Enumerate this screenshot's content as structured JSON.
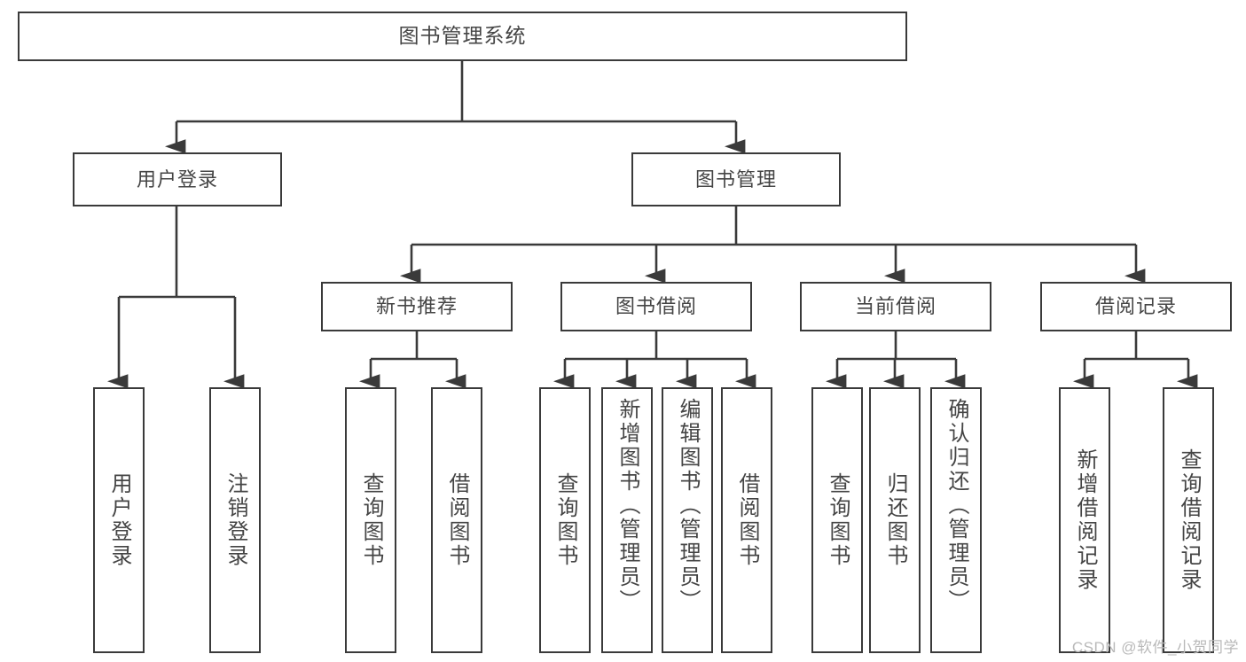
{
  "diagram": {
    "type": "tree",
    "title": "图书管理系统",
    "style": {
      "box_border_color": "#3a3a3a",
      "box_fill_color": "#ffffff",
      "text_color": "#454545",
      "edge_color": "#3a3a3a",
      "background_color": "#ffffff"
    },
    "root": {
      "label": "图书管理系统"
    },
    "level1": [
      {
        "label": "用户登录"
      },
      {
        "label": "图书管理"
      }
    ],
    "level2": [
      {
        "label": "新书推荐"
      },
      {
        "label": "图书借阅"
      },
      {
        "label": "当前借阅"
      },
      {
        "label": "借阅记录"
      }
    ],
    "leaves": {
      "user_login": [
        {
          "label": "用户登录"
        },
        {
          "label": "注销登录"
        }
      ],
      "new_book_recommend": [
        {
          "label": "查询图书"
        },
        {
          "label": "借阅图书"
        }
      ],
      "book_borrow": [
        {
          "label": "查询图书"
        },
        {
          "label": "新增图书（管理员）"
        },
        {
          "label": "编辑图书（管理员）"
        },
        {
          "label": "借阅图书"
        }
      ],
      "current_borrow": [
        {
          "label": "查询图书"
        },
        {
          "label": "归还图书"
        },
        {
          "label": "确认归还（管理员）"
        }
      ],
      "borrow_record": [
        {
          "label": "新增借阅记录"
        },
        {
          "label": "查询借阅记录"
        }
      ]
    }
  },
  "watermark": {
    "text": "CSDN @软件_小贺同学"
  }
}
